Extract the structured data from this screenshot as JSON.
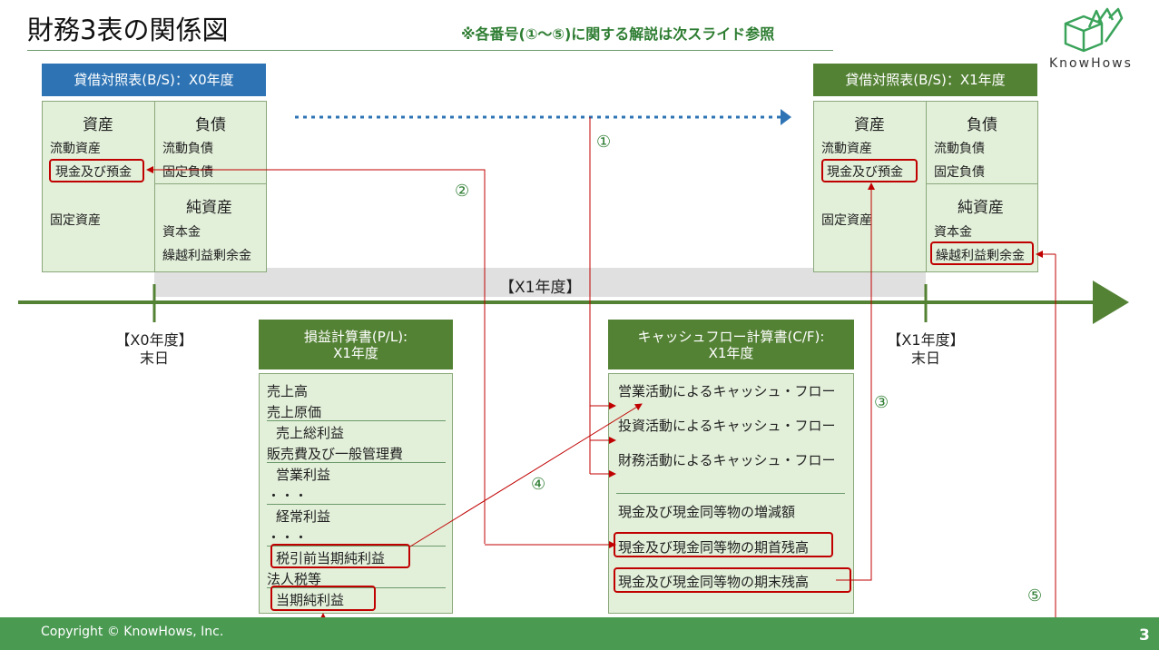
{
  "header": {
    "title": "財務3表の関係図",
    "note": "※各番号(①〜⑤)に関する解説は次スライド参照",
    "logo_text": "KnowHows"
  },
  "bs_x0": {
    "header": "貸借対照表(B/S)：X0年度",
    "assets_title": "資産",
    "liab_title": "負債",
    "equity_title": "純資産",
    "items": {
      "current_assets": "流動資産",
      "cash": "現金及び預金",
      "fixed_assets": "固定資産",
      "current_liab": "流動負債",
      "fixed_liab": "固定負債",
      "capital": "資本金",
      "retained": "繰越利益剰余金"
    }
  },
  "bs_x1": {
    "header": "貸借対照表(B/S)：X1年度",
    "assets_title": "資産",
    "liab_title": "負債",
    "equity_title": "純資産",
    "items": {
      "current_assets": "流動資産",
      "cash": "現金及び預金",
      "fixed_assets": "固定資産",
      "current_liab": "流動負債",
      "fixed_liab": "固定負債",
      "capital": "資本金",
      "retained": "繰越利益剰余金"
    }
  },
  "timeline": {
    "period_label": "【X1年度】",
    "x0_label_1": "【X0年度】",
    "x0_label_2": "末日",
    "x1_label_1": "【X1年度】",
    "x1_label_2": "末日"
  },
  "pl": {
    "header_1": "損益計算書(P/L):",
    "header_2": "X1年度",
    "items": [
      "売上高",
      "売上原価",
      "売上総利益",
      "販売費及び一般管理費",
      "営業利益",
      "・・・",
      "経常利益",
      "・・・",
      "税引前当期純利益",
      "法人税等",
      "当期純利益"
    ]
  },
  "cf": {
    "header_1": "キャッシュフロー計算書(C/F):",
    "header_2": "X1年度",
    "items": [
      "営業活動によるキャッシュ・フロー",
      "投資活動によるキャッシュ・フロー",
      "財務活動によるキャッシュ・フロー",
      "現金及び現金同等物の増減額",
      "現金及び現金同等物の期首残高",
      "現金及び現金同等物の期末残高"
    ]
  },
  "markers": [
    "①",
    "②",
    "③",
    "④",
    "⑤"
  ],
  "footer": {
    "copyright": "Copyright © KnowHows, Inc.",
    "page": "3"
  },
  "colors": {
    "green": "#548235",
    "blue": "#2e74b5",
    "red": "#c00000",
    "box": "#e2efd9"
  }
}
